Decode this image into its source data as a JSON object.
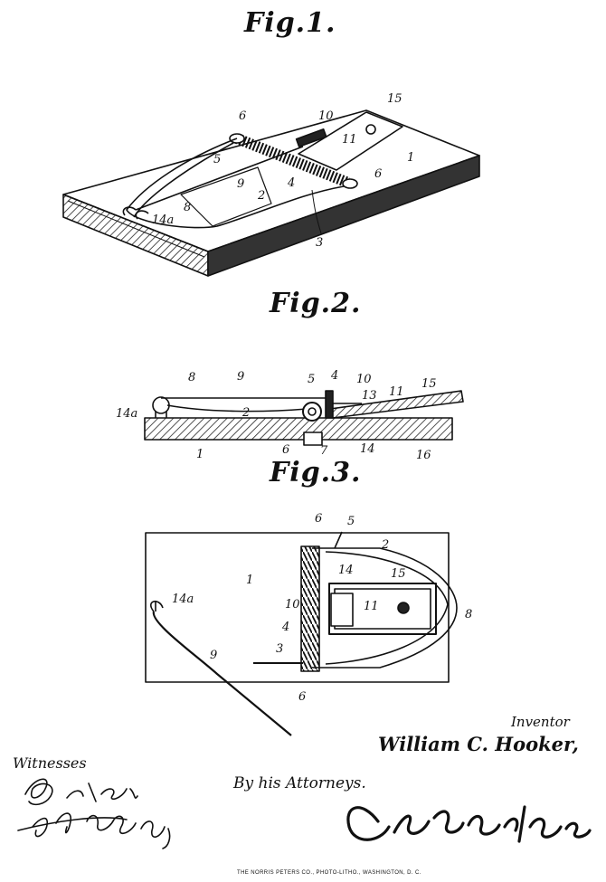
{
  "figures": {
    "fig1": {
      "title": "Fig.1."
    },
    "fig2": {
      "title": "Fig.2."
    },
    "fig3": {
      "title": "Fig.3."
    }
  },
  "reference_numerals": {
    "fig1": [
      "6",
      "10",
      "15",
      "5",
      "11",
      "1",
      "9",
      "4",
      "6",
      "8",
      "2",
      "14a",
      "3"
    ],
    "fig2": [
      "8",
      "9",
      "5",
      "4",
      "10",
      "13",
      "11",
      "15",
      "14a",
      "2",
      "1",
      "6",
      "7",
      "14",
      "16"
    ],
    "fig3": [
      "6",
      "5",
      "2",
      "14",
      "15",
      "1",
      "14a",
      "10",
      "11",
      "8",
      "4",
      "3",
      "9",
      "6"
    ]
  },
  "inventor": {
    "label": "Inventor",
    "name": "William C. Hooker,"
  },
  "witnesses": {
    "label": "Witnesses"
  },
  "attorneys": {
    "label": "By his Attorneys."
  },
  "printer_credit": "THE NORRIS PETERS CO., PHOTO-LITHO., WASHINGTON, D. C."
}
